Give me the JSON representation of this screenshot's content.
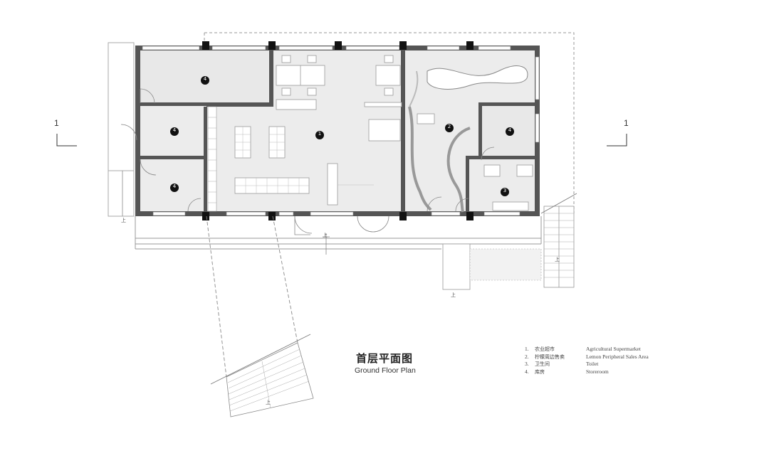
{
  "title": {
    "zh": "首层平面图",
    "en": "Ground Floor Plan"
  },
  "section_marks": {
    "left": "1",
    "right": "1"
  },
  "up_mark": "上",
  "room_numbers": {
    "r1": "1",
    "r2": "2",
    "r3": "3",
    "r4": "4"
  },
  "legend": [
    {
      "num": "1.",
      "zh": "农业超市",
      "en": "Agricultural Supermarket"
    },
    {
      "num": "2.",
      "zh": "柠檬周边售卖",
      "en": "Lemon Peripheral Sales  Area"
    },
    {
      "num": "3.",
      "zh": "卫生间",
      "en": "Toilet"
    },
    {
      "num": "4.",
      "zh": "库房",
      "en": "Storeroom"
    }
  ],
  "colors": {
    "wall": "#555555",
    "floor": "#eeeeee",
    "column": "#111111",
    "dashed": "#888888",
    "marker": "#111111"
  }
}
